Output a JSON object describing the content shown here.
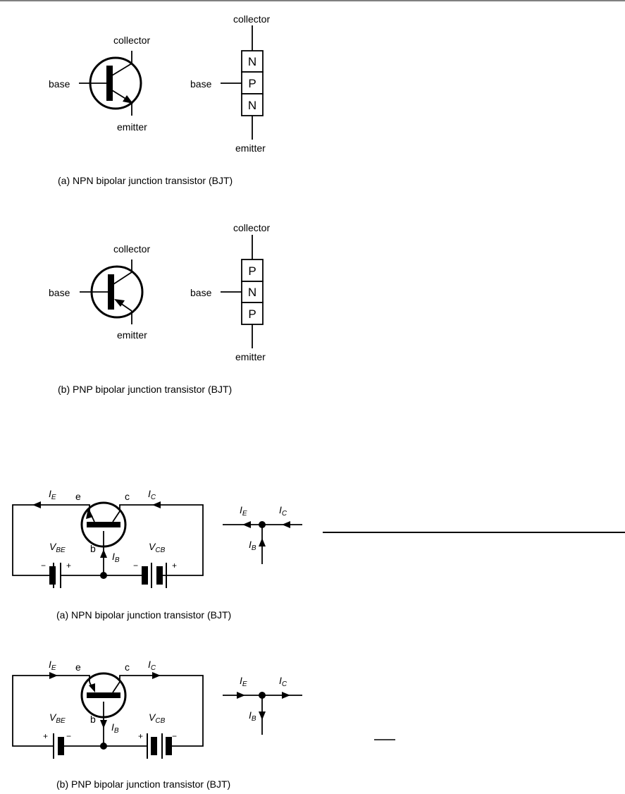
{
  "figure1": {
    "npn": {
      "symbol": {
        "base": "base",
        "collector": "collector",
        "emitter": "emitter"
      },
      "layers": {
        "collector": "collector",
        "base": "base",
        "emitter": "emitter",
        "regions": [
          "N",
          "P",
          "N"
        ]
      },
      "caption": "(a) NPN bipolar junction transistor (BJT)"
    },
    "pnp": {
      "symbol": {
        "base": "base",
        "collector": "collector",
        "emitter": "emitter"
      },
      "layers": {
        "collector": "collector",
        "base": "base",
        "emitter": "emitter",
        "regions": [
          "P",
          "N",
          "P"
        ]
      },
      "caption": "(b) PNP bipolar junction transistor (BJT)"
    }
  },
  "figure2": {
    "npn": {
      "IE": "I",
      "IE_sub": "E",
      "IC": "I",
      "IC_sub": "C",
      "IB": "I",
      "IB_sub": "B",
      "e": "e",
      "c": "c",
      "b": "b",
      "VBE": "V",
      "VBE_sub": "BE",
      "VCB": "V",
      "VCB_sub": "CB",
      "vbe_left": "−",
      "vbe_right": "+",
      "vcb_left": "−",
      "vcb_right": "+",
      "node": {
        "IE": "I",
        "IE_sub": "E",
        "IC": "I",
        "IC_sub": "C",
        "IB": "I",
        "IB_sub": "B"
      },
      "caption": "(a) NPN bipolar junction transistor (BJT)"
    },
    "pnp": {
      "IE": "I",
      "IE_sub": "E",
      "IC": "I",
      "IC_sub": "C",
      "IB": "I",
      "IB_sub": "B",
      "e": "e",
      "c": "c",
      "b": "b",
      "VBE": "V",
      "VBE_sub": "BE",
      "VCB": "V",
      "VCB_sub": "CB",
      "vbe_left": "+",
      "vbe_right": "−",
      "vcb_left": "+",
      "vcb_right": "−",
      "node": {
        "IE": "I",
        "IE_sub": "E",
        "IC": "I",
        "IC_sub": "C",
        "IB": "I",
        "IB_sub": "B"
      },
      "caption": "(b) PNP bipolar junction transistor (BJT)"
    }
  }
}
